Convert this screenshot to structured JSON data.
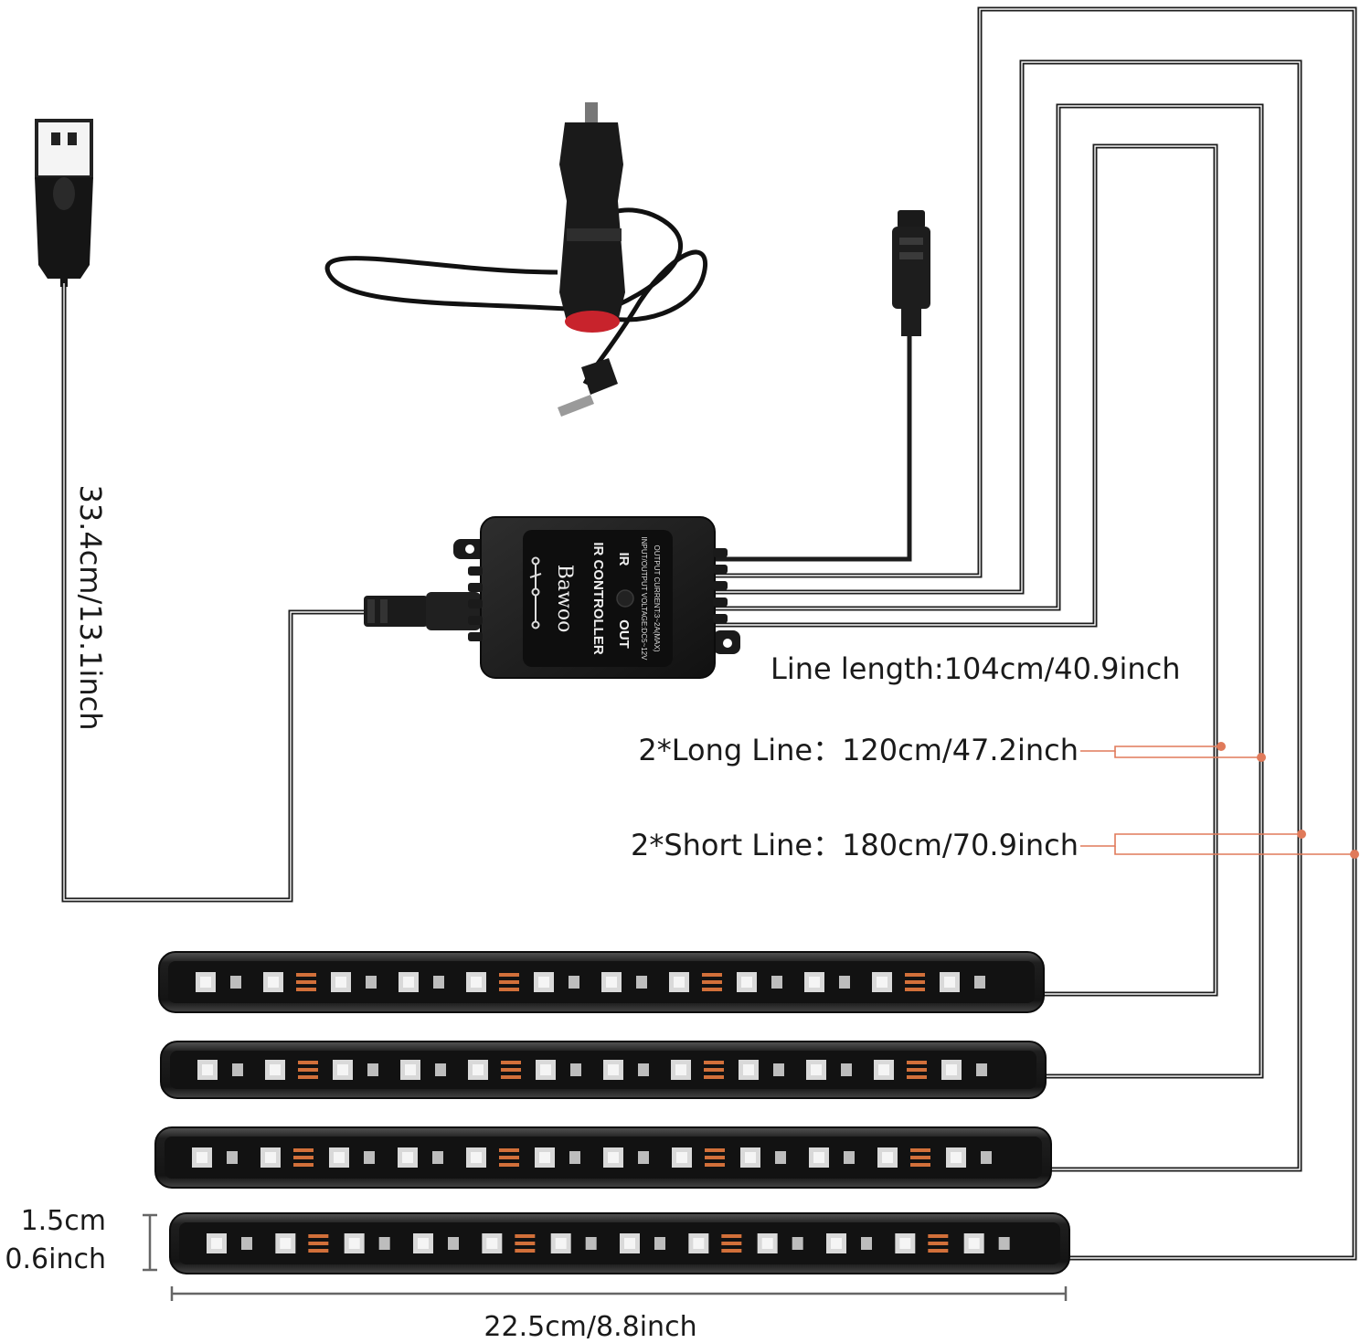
{
  "labels": {
    "usb_cable_length": "33.4cm/13.1inch",
    "line_length": "Line length:104cm/40.9inch",
    "long_line": "2*Long Line：120cm/47.2inch",
    "short_line": "2*Short Line：180cm/70.9inch",
    "strip_height_cm": "1.5cm",
    "strip_height_inch": "0.6inch",
    "strip_length": "22.5cm/8.8inch"
  },
  "controller": {
    "brand": "Bawoo",
    "type": "IR CONTROLLER",
    "ir_label": "IR",
    "out_label": "OUT",
    "spec_voltage": "INPUT/OUTPUT VOLTAGE:DC5~12V",
    "spec_current": "OUTPUT CURRENT:3~2A(MAX)"
  },
  "colors": {
    "callout": "#e07a5a",
    "wire": "#1c1c1c",
    "strip_body": "#1b1b1b"
  },
  "strip_count": 4,
  "led_strips": [
    {
      "name": "led-strip-1"
    },
    {
      "name": "led-strip-2"
    },
    {
      "name": "led-strip-3"
    },
    {
      "name": "led-strip-4"
    }
  ]
}
